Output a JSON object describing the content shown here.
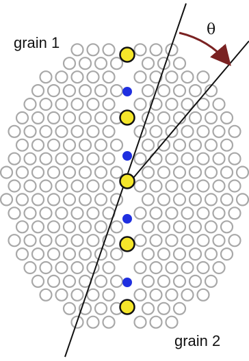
{
  "labels": {
    "grain_top": "grain 1",
    "grain_bottom": "grain 2",
    "angle": "θ"
  },
  "colors": {
    "lattice_atom": "#a8a8a8",
    "boundary_atom_fill": "#f5e62a",
    "boundary_atom_stroke": "#111111",
    "boundary_site": "#1f2fe0",
    "line": "#111111",
    "angle_arrow": "#7a2222"
  }
}
